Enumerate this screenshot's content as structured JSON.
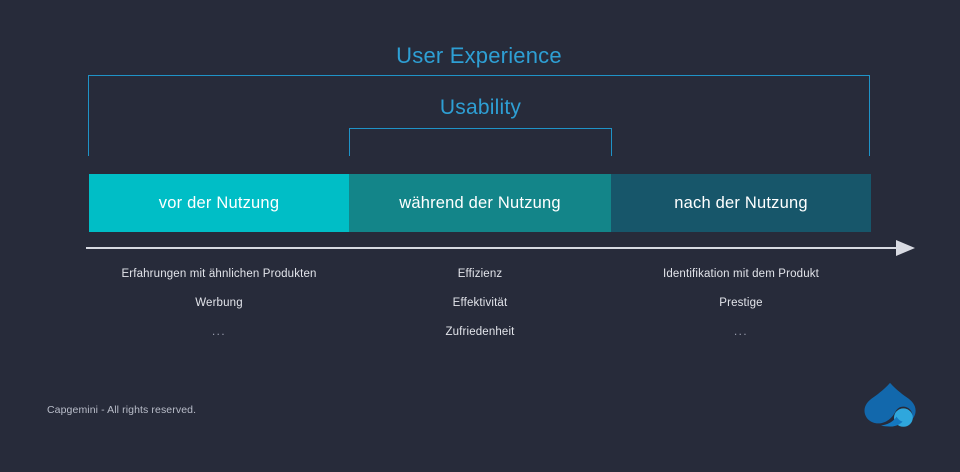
{
  "slide": {
    "background_color": "#272b3a",
    "accent_color": "#2e9fd4"
  },
  "headings": {
    "outer_title": "User Experience",
    "inner_title": "Usability"
  },
  "brackets": [
    {
      "name": "user-experience-bracket",
      "label": "User Experience",
      "color": "#1f93c7"
    },
    {
      "name": "usability-bracket",
      "label": "Usability",
      "color": "#1f93c7"
    }
  ],
  "phases": [
    {
      "label": "vor der Nutzung",
      "color": "#00bec6"
    },
    {
      "label": "während der Nutzung",
      "color": "#138589"
    },
    {
      "label": "nach der Nutzung",
      "color": "#17566a"
    }
  ],
  "timeline": {
    "arrow_color": "#d8dae2",
    "direction": "right"
  },
  "columns": [
    {
      "phase": "vor der Nutzung",
      "items": [
        "Erfahrungen mit ähnlichen Produkten",
        "Werbung",
        "..."
      ]
    },
    {
      "phase": "während der Nutzung",
      "items": [
        "Effizienz",
        "Effektivität",
        "Zufriedenheit"
      ]
    },
    {
      "phase": "nach der Nutzung",
      "items": [
        "Identifikation mit dem Produkt",
        "Prestige",
        "..."
      ]
    }
  ],
  "footer": {
    "copyright": "Capgemini - All rights reserved.",
    "logo_name": "capgemini-spade-logo",
    "logo_colors": {
      "dark": "#1268ac",
      "mid": "#1478c0",
      "light": "#2fa7dd"
    }
  }
}
